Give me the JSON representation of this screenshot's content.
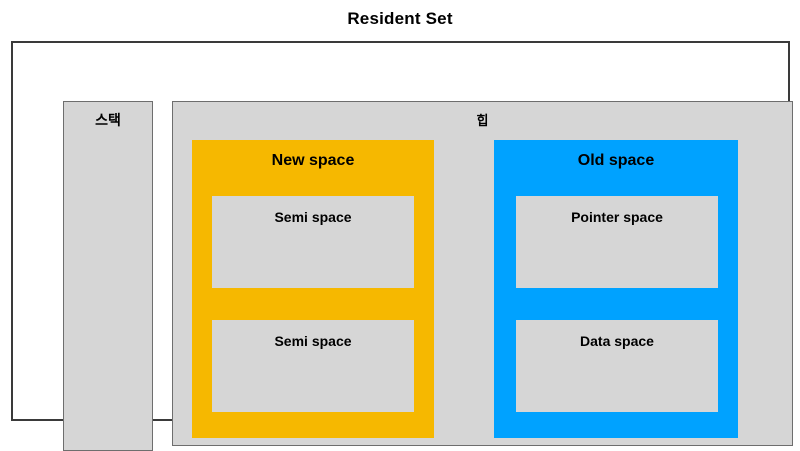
{
  "diagram": {
    "title": "Resident Set",
    "colors": {
      "new_space": "#f6b800",
      "old_space": "#00a2ff",
      "neutral_box": "#d6d6d6",
      "frame_border": "#3a3a3a",
      "text": "#000000",
      "background": "#ffffff"
    },
    "stack": {
      "label": "스택"
    },
    "heap": {
      "label": "힙",
      "generations": [
        {
          "id": "new-space",
          "title": "New space",
          "color": "#f6b800",
          "children": [
            {
              "id": "semi-space-1",
              "label": "Semi space"
            },
            {
              "id": "semi-space-2",
              "label": "Semi space"
            }
          ]
        },
        {
          "id": "old-space",
          "title": "Old space",
          "color": "#00a2ff",
          "children": [
            {
              "id": "pointer-space",
              "label": "Pointer space"
            },
            {
              "id": "data-space",
              "label": "Data space"
            }
          ]
        }
      ]
    }
  }
}
